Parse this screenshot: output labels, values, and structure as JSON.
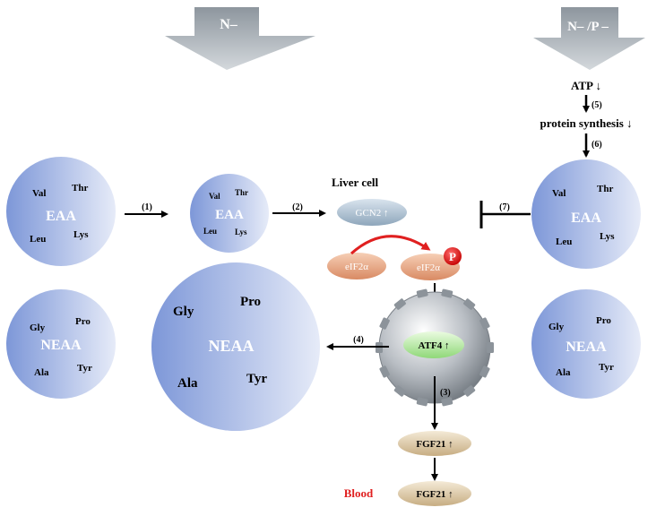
{
  "top_arrows": {
    "left": "N–",
    "right": "N– /P –"
  },
  "pathway": {
    "atp": "ATP ↓",
    "step5": "(5)",
    "protein_synthesis": "protein synthesis ↓",
    "step6": "(6)"
  },
  "steps": {
    "s1": "(1)",
    "s2": "(2)",
    "s3": "(3)",
    "s4": "(4)",
    "s7": "(7)"
  },
  "liver": {
    "label": "Liver cell",
    "gcn2": "GCN2 ↑",
    "eif2a_left": "eIF2α",
    "eif2a_right": "eIF2α",
    "phospho": "P",
    "atf4": "ATF4 ↑",
    "fgf21_cell": "FGF21 ↑",
    "fgf21_blood": "FGF21 ↑",
    "blood": "Blood"
  },
  "eaa_left": {
    "title": "EAA",
    "a1": "Val",
    "a2": "Thr",
    "a3": "Leu",
    "a4": "Lys"
  },
  "eaa_small": {
    "title": "EAA",
    "a1": "Val",
    "a2": "Thr",
    "a3": "Leu",
    "a4": "Lys"
  },
  "eaa_right": {
    "title": "EAA",
    "a1": "Val",
    "a2": "Thr",
    "a3": "Leu",
    "a4": "Lys"
  },
  "neaa_left": {
    "title": "NEAA",
    "a1": "Gly",
    "a2": "Pro",
    "a3": "Ala",
    "a4": "Tyr"
  },
  "neaa_big": {
    "title": "NEAA",
    "a1": "Gly",
    "a2": "Pro",
    "a3": "Ala",
    "a4": "Tyr"
  },
  "neaa_right": {
    "title": "NEAA",
    "a1": "Gly",
    "a2": "Pro",
    "a3": "Ala",
    "a4": "Tyr"
  },
  "colors": {
    "circle_dark": "#7f98d8",
    "circle_light": "#e4e9f8",
    "accent_red": "#e02020",
    "arrow_gray": "#9aa3ab"
  }
}
